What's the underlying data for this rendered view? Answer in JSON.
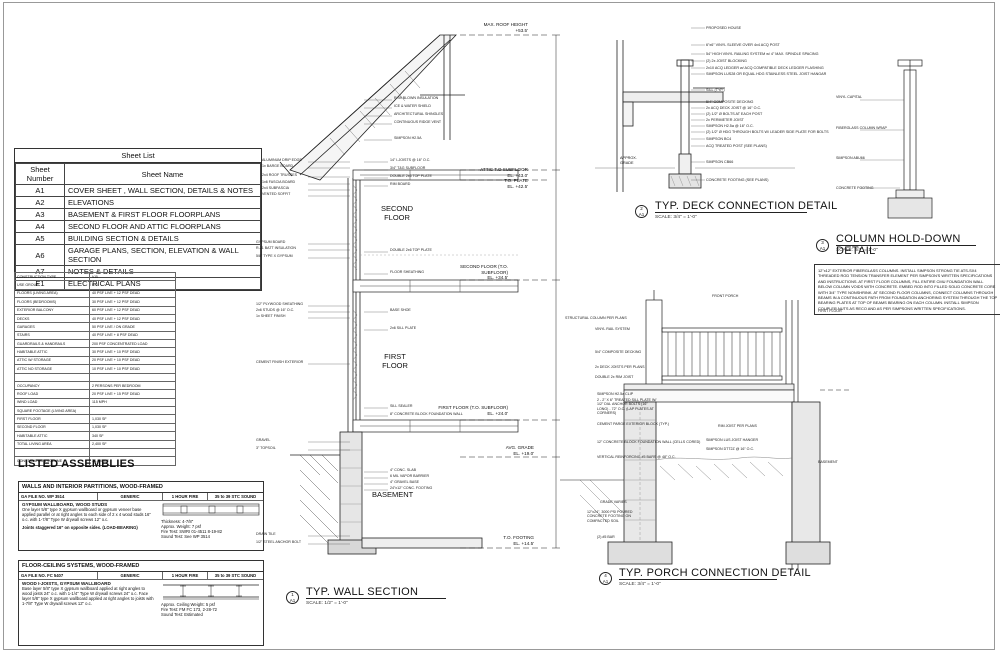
{
  "sheet_list": {
    "title": "Sheet List",
    "col_number": "Sheet Number",
    "col_name": "Sheet Name",
    "rows": [
      {
        "num": "A1",
        "name": "COVER SHEET , WALL SECTION, DETAILS & NOTES"
      },
      {
        "num": "A2",
        "name": "ELEVATIONS"
      },
      {
        "num": "A3",
        "name": "BASEMENT & FIRST FLOOR FLOORPLANS"
      },
      {
        "num": "A4",
        "name": "SECOND FLOOR AND ATTIC FLOORPLANS"
      },
      {
        "num": "A5",
        "name": "BUILDING SECTION & DETAILS"
      },
      {
        "num": "A6",
        "name": "GARAGE PLANS, SECTION, ELEVATION & WALL SECTION"
      },
      {
        "num": "A7",
        "name": "NOTES & DETAILS"
      },
      {
        "num": "E1",
        "name": "ELECTRICAL PLANS"
      }
    ]
  },
  "code_table": {
    "rows": [
      [
        "CONSTRUCTION TYPE",
        "V-B"
      ],
      [
        "USE GROUP",
        "R-3"
      ],
      [
        "FLOORS (LIVING AREA)",
        "40 PSF LIVE + 12 PSF DEAD"
      ],
      [
        "FLOORS (BEDROOMS)",
        "30 PSF LIVE + 12 PSF DEAD"
      ],
      [
        "EXTERIOR BALCONY",
        "60 PSF LIVE + 12 PSF DEAD"
      ],
      [
        "DECKS",
        "40 PSF LIVE + 12 PSF DEAD"
      ],
      [
        "GARAGES",
        "50 PSF LIVE / ON GRADE"
      ],
      [
        "STAIRS",
        "40 PSF LIVE + 8 PSF DEAD"
      ],
      [
        "GUARDRAILS & HANDRAILS",
        "200 PSF CONCENTRATED LOAD"
      ],
      [
        "HABITABLE ATTIC",
        "30 PSF LIVE + 10 PSF DEAD"
      ],
      [
        "ATTIC W/ STORAGE",
        "20 PSF LIVE + 10 PSF DEAD"
      ],
      [
        "ATTIC NO STORAGE",
        "10 PSF LIVE + 10 PSF DEAD"
      ],
      [
        "",
        ""
      ],
      [
        "OCCUPANCY",
        "2 PERSONS PER BEDROOM"
      ],
      [
        "ROOF LOAD",
        "20 PSF LIVE + 15 PSF DEAD"
      ],
      [
        "WIND LOAD",
        "115 MPH"
      ],
      [
        "SQUARE FOOTAGE (LIVING AREA)",
        ""
      ],
      [
        "FIRST FLOOR",
        "1,030 SF"
      ],
      [
        "SECOND FLOOR",
        "1,030 SF"
      ],
      [
        "HABITABLE ATTIC",
        "340 SF"
      ],
      [
        "TOTAL LIVING AREA",
        "2,400 SF"
      ],
      [
        "",
        ""
      ],
      [
        "CONSTRUCTION VOLUME",
        "33,000 CF"
      ]
    ]
  },
  "listed_assemblies": {
    "title": "LISTED ASSEMBLIES",
    "wall": {
      "heading": "WALLS AND INTERIOR PARTITIONS, WOOD-FRAMED",
      "file": "GA FILE NO. WP 3514",
      "generic": "GENERIC",
      "rating": "1 HOUR FIRE",
      "sound": "35 to 39 STC SOUND",
      "subtitle": "GYPSUM WALLBOARD, WOOD STUDS",
      "desc": "One layer 5/8\" type X gypsum wallboard or gypsum veneer base applied parallel or at right angles to each side of 2 x 4 wood studs 16\" o.c. with 1-7/8\" Type W drywall screws 12\" o.c.",
      "desc2": "Joints staggered 16\" on opposite sides. (LOAD-BEARING)",
      "specs": [
        "Thickness: 4-7/8\"",
        "Approx. Weight: 7 psf",
        "Fire Test: SWRI 01-4511 8-19-82",
        "Sound Test: See WP 3514"
      ]
    },
    "floor": {
      "heading": "FLOOR-CEILING SYSTEMS, WOOD-FRAMED",
      "file": "GA FILE NO. FC 5407",
      "generic": "GENERIC",
      "rating": "1 HOUR FIRE",
      "sound": "35 to 39 STC SOUND",
      "subtitle": "WOOD I-JOISTS, GYPSUM WALLBOARD",
      "desc": "Base layer 5/8\" type X gypsum wallboard applied at right angles to wood joists 24\" o.c. with 1-1/4\" Type W drywall screws 24\" o.c. Face layer 5/8\" type X gypsum wallboard applied at right angles to joists with 1-7/8\" Type W drywall screws 12\" o.c.",
      "specs": [
        "Approx. Ceiling Weight: 5 psf",
        "Fire Test: FM FC 173, 2-28-72",
        "Sound Test: Estimated"
      ]
    }
  },
  "wall_section": {
    "title": "TYP. WALL SECTION",
    "num": "1",
    "sheet": "A1",
    "scale": "SCALE:     1/2\" = 1'-0\"",
    "rooms": [
      "SECOND FLOOR",
      "FIRST FLOOR",
      "BASEMENT"
    ],
    "levels": [
      {
        "label": "MAX. ROOF HEIGHT",
        "elev": "+53.5'"
      },
      {
        "label": "ATTIC T.O SUBFLOOR",
        "elev": "EL. +43.0'"
      },
      {
        "label": "T.O. PLATE",
        "elev": "EL. +42.5'"
      },
      {
        "label": "SECOND FLOOR (T.O. SUBFLOOR)",
        "elev": "EL. +34.5'"
      },
      {
        "label": "FIRST FLOOR (T.O. SUBFLOOR)",
        "elev": "EL. +24.0'"
      },
      {
        "label": "AVG. GRADE",
        "elev": "EL. +19.0'"
      },
      {
        "label": "T.O. FOOTING",
        "elev": "EL. +14.5'"
      }
    ],
    "notes_left": [
      "ALUMINUM DRIP EDGE",
      "1x BARGE BOARD",
      "2x4 ROOF TRUSSES",
      "1x6 FASCIA BOARD",
      "2x4 SUBFASCIA",
      "VENTED SOFFIT",
      "GYPSUM BOARD",
      "R-21 BATT INSULATION",
      "5/8\" TYPE X GYPSUM",
      "1/2\" PLYWOOD SHEATHING",
      "2x6 STUDS @ 16\" O.C.",
      "1x SHEET FINISH",
      "CEMENT FINISH EXTERIOR",
      "GRAVEL",
      "3\" TOPSOIL",
      "DRAIN TILE",
      "1/2\" STEEL ANCHOR BOLT"
    ],
    "notes_right": [
      "R-49 BLOWN INSULATION",
      "ICE & WATER SHIELD",
      "ARCHITECTURAL SHINGLES",
      "CONTINUOUS RIDGE VENT",
      "SIMPSON H2.5A",
      "14\" I-JOISTS @ 16\" O.C.",
      "3/4\" T&G SUBFLOOR",
      "DOUBLE 2x6 TOP PLATE",
      "RIM BOARD",
      "DOUBLE 2x6 TOP PLATE",
      "FLOOR SHEATHING",
      "BASE SHOE",
      "2x6 SILL PLATE",
      "SILL SEALER",
      "8\" CONCRETE BLOCK FOUNDATION WALL",
      "4\" CONC. SLAB",
      "6 MIL VAPOR BARRIER",
      "4\" GRAVEL BASE",
      "24\"x12\" CONC. FOOTING"
    ]
  },
  "deck_detail": {
    "title": "TYP. DECK CONNECTION DETAIL",
    "num": "2",
    "sheet": "A1",
    "scale": "SCALE:     3/4\" = 1'-0\"",
    "grade": "APPROX. GRADE",
    "notes": [
      "PROPOSED HOUSE",
      "6\"x6\" VINYL SLEEVE OVER 4x4 ACQ POST",
      "54\" HIGH VINYL RAILING SYSTEM w/ 4\" MAX. SPINDLE SPACING",
      "(2) 2x JOIST BLOCKING",
      "2x10 ACQ LEDGER w/ ACQ COMPATIBLE DECK LEDGER FLASHING",
      "SIMPSON LUS28 OR EQUAL HDG STAINLESS STEEL JOIST HANGAR",
      "SILL (TYP.)",
      "5/4\" COMPOSITE DECKING",
      "2x ACQ DECK JOIST @ 16\" O.C.",
      "(2) 1/2\" Ø BOLTS AT EACH POST",
      "2x PERIMETER JOIST",
      "SIMPSON H2.5a @ 16\" O.C.",
      "(2) 1/2\" Ø HDG THROUGH BOLTS W/ LEADER SIDE PLATE FOR BOLTS",
      "SIMPSON BC4",
      "ACQ TREATED POST (SEE PLANS)",
      "SIMPSON CB66",
      "CONCRETE FOOTING (SEE PLANS)"
    ]
  },
  "column_detail": {
    "title": "COLUMN HOLD-DOWN DETAIL",
    "num": "3",
    "sheet": "A1",
    "scale": "SCALE:     3/4\" = 1'-0\"",
    "notes": [
      "VINYL CAPITAL",
      "FIBERGLASS COLUMN WRAP",
      "SIMPSON ABU66",
      "CONCRETE FOOTING"
    ],
    "paragraph": "12\"x12\" EXTERIOR FIBERGLASS COLUMNS. INSTALL SIMPSON STRONG TIE ATS-SX4 THREADED ROD TENSION TRANSFER ELEMENT PER SIMPSON'S WRITTEN SPECIFICATIONS AND INSTRUCTIONS. AT FIRST FLOOR COLUMNS, FILL ENTIRE CMU FOUNDATION WALL BELOW COLUMN VOIDS WITH CONCRETE. EMBED ROD INTO FILLED SOLID CONCRETE CORE WITH 3/4\" TYPE NONSHRINK. AT SECOND FLOOR COLUMNS, CONNECT COLUMNS THROUGH BEAMS IN A CONTINUOUS PATH FROM FOUNDATION ANCHORING SYSTEM THROUGH THE TOP BEARING PLATES AT TOP OF BEAMS BEARING ON EACH COLUMN. INSTALL SIMPSON COUPLER NUTS AS RECO AND AS PER SIMPSONS WRITTEN SPECIFICATIONS."
  },
  "porch_detail": {
    "title": "TYP. PORCH CONNECTION DETAIL",
    "num": "4",
    "sheet": "A1",
    "scale": "SCALE:     3/4\" = 1'-0\"",
    "labels": [
      "FRONT PORCH",
      "FIRST FLOOR",
      "BASEMENT",
      "GRADE VARIES"
    ],
    "notes": [
      "STRUCTURAL COLUMN PER PLANS",
      "VINYL RAIL SYSTEM",
      "5/4\" COMPOSITE DECKING",
      "2x DECK JOISTS PER PLANS",
      "DOUBLE 2x RIM JOIST",
      "SIMPSON H2.5a CLIP",
      "2 - 2\" X 6\" TREATED SILL PLATE W/ 1/2\" DIA. ANCHOR BOLTS (16\" LONG) - 72\" O.C. (LAP PLATES AT CORNERS)",
      "CEMENT PARGE EXTERIOR BLOCK (TYP.)",
      "12\" CONCRETE BLOCK FOUNDATION WALL (CELLS CORED)",
      "VERTICAL REINFORCING #5 BARS @ 48\" O.C.",
      "12\"x24\", 3000 PSI POURED CONCRETE FOOTING ON COMPACTED SOIL",
      "(2) #5 BAR",
      "RIM JOIST PER PLANS",
      "SIMPSON LUS JOIST HANGER",
      "SIMPSON DTT2Z @ 16\" O.C."
    ]
  }
}
